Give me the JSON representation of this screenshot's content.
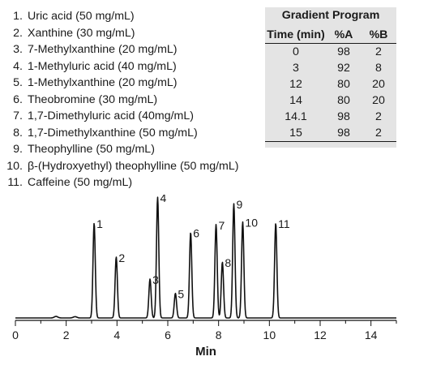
{
  "analytes": [
    {
      "num": "1.",
      "name": "Uric acid (50 mg/mL)"
    },
    {
      "num": "2.",
      "name": "Xanthine (30 mg/mL)"
    },
    {
      "num": "3.",
      "name": "7-Methylxanthine (20 mg/mL)"
    },
    {
      "num": "4.",
      "name": "1-Methyluric acid (40 mg/mL)"
    },
    {
      "num": "5.",
      "name": "1-Methylxanthine (20 mg/mL)"
    },
    {
      "num": "6.",
      "name": "Theobromine (30 mg/mL)"
    },
    {
      "num": "7.",
      "name": "1,7-Dimethyluric acid (40mg/mL)"
    },
    {
      "num": "8.",
      "name": "1,7-Dimethylxanthine (50 mg/mL)"
    },
    {
      "num": "9.",
      "name": "Theophylline (50 mg/mL)"
    },
    {
      "num": "10.",
      "name": "β-(Hydroxyethyl) theophylline (50 mg/mL)"
    },
    {
      "num": "11.",
      "name": "Caffeine (50 mg/mL)"
    }
  ],
  "gradient": {
    "title": "Gradient Program",
    "headers": [
      "Time (min)",
      "%A",
      "%B"
    ],
    "rows": [
      [
        "0",
        "98",
        "2"
      ],
      [
        "3",
        "92",
        "8"
      ],
      [
        "12",
        "80",
        "20"
      ],
      [
        "14",
        "80",
        "20"
      ],
      [
        "14.1",
        "98",
        "2"
      ],
      [
        "15",
        "98",
        "2"
      ]
    ]
  },
  "chart_data": {
    "type": "line",
    "xlabel": "Min",
    "ylabel": "",
    "xlim": [
      0,
      15
    ],
    "xticks": [
      0,
      2,
      4,
      6,
      8,
      10,
      12,
      14
    ],
    "grid": false,
    "peaks": [
      {
        "label": "1",
        "rt": 3.1,
        "height": 0.73
      },
      {
        "label": "2",
        "rt": 3.97,
        "height": 0.47
      },
      {
        "label": "3",
        "rt": 5.3,
        "height": 0.3
      },
      {
        "label": "4",
        "rt": 5.6,
        "height": 0.93
      },
      {
        "label": "5",
        "rt": 6.3,
        "height": 0.19
      },
      {
        "label": "6",
        "rt": 6.9,
        "height": 0.66
      },
      {
        "label": "7",
        "rt": 7.9,
        "height": 0.72
      },
      {
        "label": "8",
        "rt": 8.15,
        "height": 0.43
      },
      {
        "label": "9",
        "rt": 8.6,
        "height": 0.88
      },
      {
        "label": "10",
        "rt": 8.95,
        "height": 0.74
      },
      {
        "label": "11",
        "rt": 10.25,
        "height": 0.73
      }
    ]
  }
}
